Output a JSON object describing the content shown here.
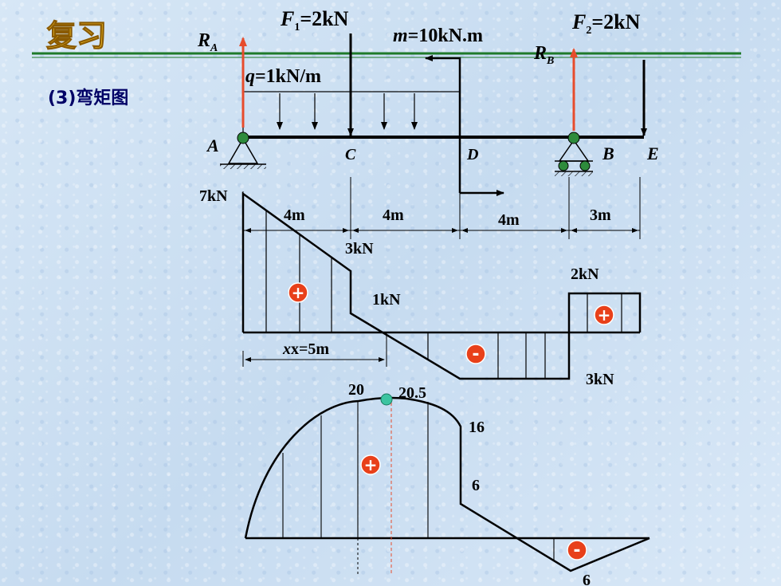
{
  "header": {
    "title_cn": "复习",
    "subtitle": "(3)弯矩图"
  },
  "colors": {
    "header_line": "#1f7a2a",
    "reaction_arrow": "#e74c2c",
    "badge": "#e8401a",
    "node": "#2e8b3c",
    "max_point": "#3cc4a0",
    "dash_red": "#e74c2c"
  },
  "beam": {
    "points": {
      "A": "A",
      "C": "C",
      "D": "D",
      "B": "B",
      "E": "E"
    },
    "loads": {
      "RA": "R",
      "RA_sub": "A",
      "RB": "R",
      "RB_sub": "B",
      "F1": "F",
      "F1_sub": "1",
      "F1_val": "=2kN",
      "F2": "F",
      "F2_sub": "2",
      "F2_val": "=2kN",
      "m": "m",
      "m_val": "=10kN.m",
      "q": "q",
      "q_val": "=1kN/m"
    },
    "spans": [
      "4m",
      "4m",
      "4m",
      "3m"
    ]
  },
  "shear": {
    "labels": {
      "v_A": "7kN",
      "v_C_left": "3kN",
      "v_C_right": "1kN",
      "v_B_left": "3kN",
      "v_B_right": "2kN",
      "x_zero": "x=5m"
    },
    "signs": {
      "pos1": "+",
      "neg": "-",
      "pos2": "+"
    }
  },
  "moment": {
    "labels": {
      "m_C": "20",
      "m_max": "20.5",
      "m_D_left": "16",
      "m_D_right": "6",
      "m_B": "6"
    },
    "signs": {
      "pos": "+",
      "neg": "-"
    }
  }
}
